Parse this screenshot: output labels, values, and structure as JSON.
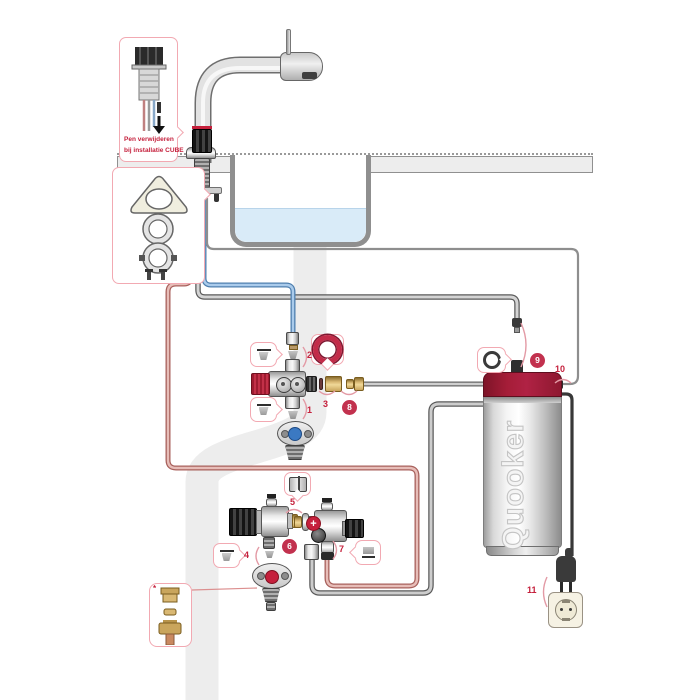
{
  "callouts": {
    "pin_note": {
      "line1": "Pen verwijderen",
      "line2": "bij installatie CUBE"
    },
    "footnote_marker": "*"
  },
  "steps": {
    "s1": "1",
    "s2": "2",
    "s3": "3",
    "s4": "4",
    "s5": "5",
    "s6": "6",
    "s7": "7",
    "s8": "8",
    "s9": "9",
    "s10": "10",
    "s11": "11"
  },
  "tank": {
    "brand": "Quooker"
  },
  "marks": {
    "plus": "+"
  },
  "icons": {
    "filter": "strainer-filter",
    "o_ring": "o-ring-seal",
    "o_ring_small": "small-o-ring-seal",
    "coupling": "pipe-coupling",
    "gasket": "flat-gasket",
    "pin_arrow": "remove-pin-down-arrow",
    "mounting": "tap-mounting-hardware",
    "brass_set": "compression-fitting-set"
  },
  "colors": {
    "accent_red": "#C5203C",
    "badge_red": "#C2314E",
    "tank_red": "#A01D35",
    "callout_border": "#F2A9B2",
    "water_blue": "#D9EBF8",
    "hose_blue": "#7FAAD2",
    "hose_red": "#C97F7A",
    "hose_gray": "#9A9A9A"
  }
}
